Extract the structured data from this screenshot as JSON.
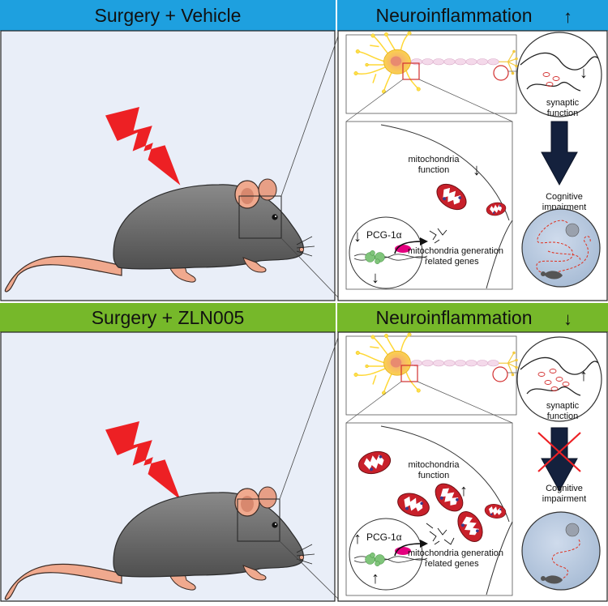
{
  "top": {
    "left_header": "Surgery + Vehicle",
    "right_header": "Neuroinflammation",
    "right_header_arrow": "↑",
    "synaptic_label_1": "synaptic",
    "synaptic_label_2": "function",
    "synaptic_arrow": "↓",
    "mito_label_1": "mitochondria",
    "mito_label_2": "function",
    "mito_arrow": "↓",
    "cog_label_1": "Cognitive",
    "cog_label_2": "impairment",
    "pgc_label": "PCG-1α",
    "pgc_arrow": "↓",
    "genes_label_1": "mitochondria generation",
    "genes_label_2": "related genes",
    "genes_arrow": "↓"
  },
  "bottom": {
    "left_header": "Surgery + ZLN005",
    "right_header": "Neuroinflammation",
    "right_header_arrow": "↓",
    "synaptic_label_1": "synaptic",
    "synaptic_label_2": "function",
    "synaptic_arrow": "↑",
    "mito_label_1": "mitochondria",
    "mito_label_2": "function",
    "mito_arrow": "↑",
    "cog_label_1": "Cognitive",
    "cog_label_2": "impairment",
    "pgc_label": "PCG-1α",
    "pgc_arrow": "↑",
    "genes_label_1": "mitochondria generation",
    "genes_label_2": "related genes",
    "genes_arrow": "↑"
  },
  "colors": {
    "top_header": "#1ea0df",
    "bottom_header": "#76b82a",
    "panel_bg": "#e9eef8",
    "mouse_body": "#6f6f6f",
    "mouse_pink": "#f0a98e",
    "bolt": "#ed2024",
    "mito": "#c8202a",
    "neuron_yellow": "#ffe04a",
    "pgc_magenta": "#e4007f",
    "dna_green": "#7fc47a",
    "dark_arrow": "#14213d"
  }
}
